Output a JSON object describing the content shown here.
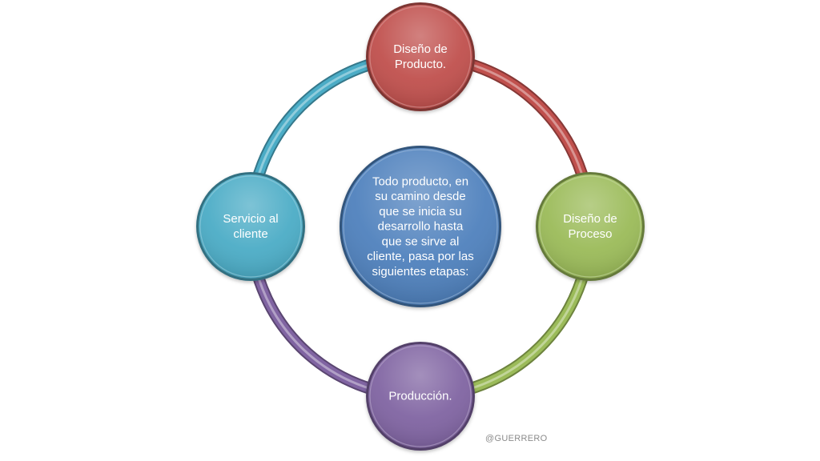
{
  "diagram": {
    "center": {
      "lines": [
        "Todo producto, en",
        "su camino desde",
        "que se inicia su",
        "desarrollo hasta",
        "que se sirve al",
        "cliente, pasa por las",
        "siguientes etapas:"
      ],
      "color": "#4f81bd"
    },
    "nodes": [
      {
        "id": "top",
        "lines": [
          "Diseño de",
          "Producto."
        ],
        "color": "#c0504d"
      },
      {
        "id": "right",
        "lines": [
          "Diseño de",
          "Proceso"
        ],
        "color": "#9bbb59"
      },
      {
        "id": "bottom",
        "lines": [
          "Producción."
        ],
        "color": "#8064a2"
      },
      {
        "id": "left",
        "lines": [
          "Servicio al",
          "cliente"
        ],
        "color": "#4bacc6"
      }
    ],
    "arcs": [
      {
        "from": "top",
        "to": "right",
        "color": "#c0504d"
      },
      {
        "from": "right",
        "to": "bottom",
        "color": "#9bbb59"
      },
      {
        "from": "bottom",
        "to": "left",
        "color": "#8064a2"
      },
      {
        "from": "left",
        "to": "top",
        "color": "#4bacc6"
      }
    ]
  },
  "watermark": "@GUERRERO"
}
